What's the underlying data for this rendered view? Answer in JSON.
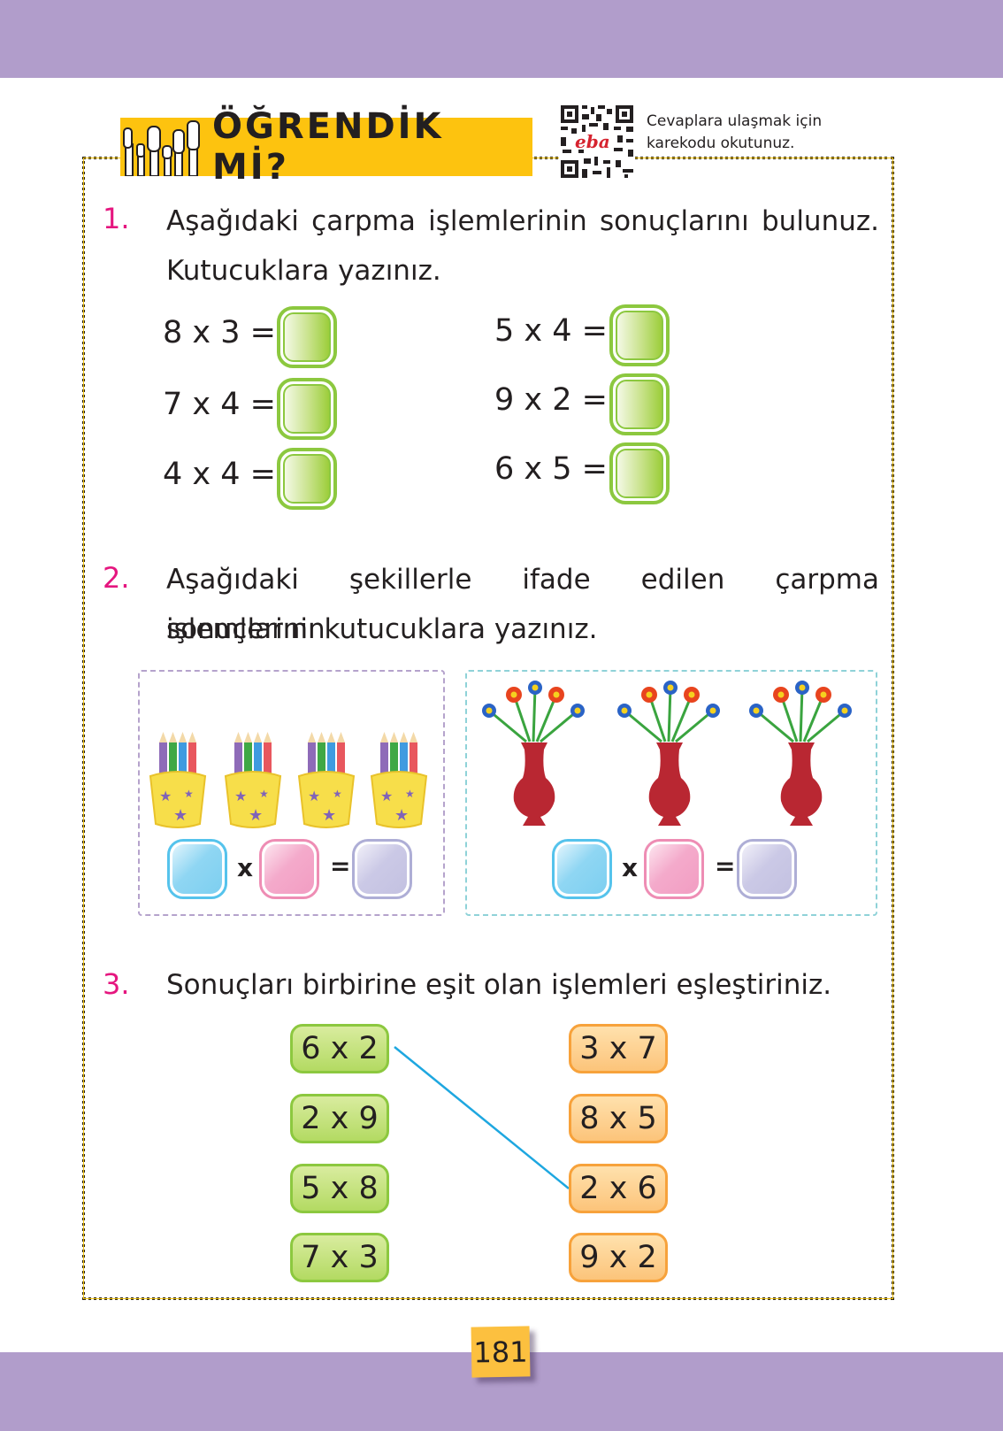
{
  "header": {
    "title": "ÖĞRENDİK Mİ?",
    "qr_logo": "eba",
    "qr_note_line1": "Cevaplara ulaşmak için",
    "qr_note_line2": "karekodu okutunuz."
  },
  "question1": {
    "number": "1.",
    "text_line1": "Aşağıdaki çarpma işlemlerinin sonuçlarını bulunuz.",
    "text_line2": "Kutucuklara yazınız.",
    "left": [
      "8 x 3 =",
      "7 x 4 =",
      "4 x 4 ="
    ],
    "right": [
      "5 x 4 =",
      "9 x 2 =",
      "6 x 5 ="
    ]
  },
  "question2": {
    "number": "2.",
    "text_line1": "Aşağıdaki şekillerle ifade edilen çarpma işlemlerinin",
    "text_line2": "sonuçlarını kutucuklara yazınız.",
    "panel1": {
      "items": "pencil-cup",
      "count": 4,
      "pencils_per_cup": 4,
      "times": "x",
      "equals": "="
    },
    "panel2": {
      "items": "flower-vase",
      "count": 3,
      "flowers_per_vase": 5,
      "times": "x",
      "equals": "="
    }
  },
  "question3": {
    "number": "3.",
    "text": "Sonuçları birbirine eşit olan işlemleri eşleştiriniz.",
    "left": [
      "6 x 2",
      "2 x 9",
      "5 x 8",
      "7 x 3"
    ],
    "right": [
      "3 x 7",
      "8 x 5",
      "2 x 6",
      "9 x 2"
    ],
    "example_match": {
      "from": "6 x 2",
      "to": "2 x 6",
      "line_color": "#1ea7e0"
    }
  },
  "footer": {
    "page_number": "181"
  },
  "colors": {
    "band": "#b19dcb",
    "banner": "#fdc30f",
    "number_accent": "#e5167f",
    "green": "#8cc83f",
    "orange": "#f7a23b"
  }
}
